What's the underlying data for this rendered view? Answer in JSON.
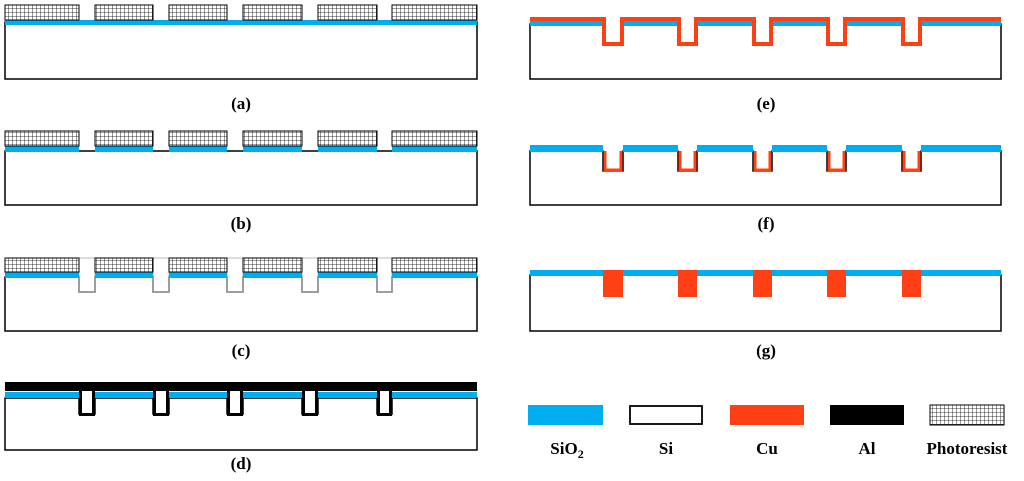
{
  "colors": {
    "sio2": "#00aeef",
    "si_fill": "#ffffff",
    "cu": "#ff4015",
    "al": "#000000",
    "outline": "#000000",
    "photoresist_grid": "#000000"
  },
  "panels": {
    "a": {
      "caption": "(a)",
      "step": "photoresist patterned on SiO2/Si"
    },
    "b": {
      "caption": "(b)",
      "step": "SiO2 etched through openings"
    },
    "c": {
      "caption": "(c)",
      "step": "Si trenches etched"
    },
    "d": {
      "caption": "(d)",
      "step": "Al deposited"
    },
    "e": {
      "caption": "(e)",
      "step": "Cu deposited"
    },
    "f": {
      "caption": "(f)",
      "step": "Cu removed from top surface"
    },
    "g": {
      "caption": "(g)",
      "step": "trenches filled with Cu"
    }
  },
  "legend": {
    "sio2": {
      "label_main": "SiO",
      "label_sub": "2"
    },
    "si": {
      "label": "Si"
    },
    "cu": {
      "label": "Cu"
    },
    "al": {
      "label": "Al"
    },
    "photoresist": {
      "label": "Photoresist"
    }
  }
}
